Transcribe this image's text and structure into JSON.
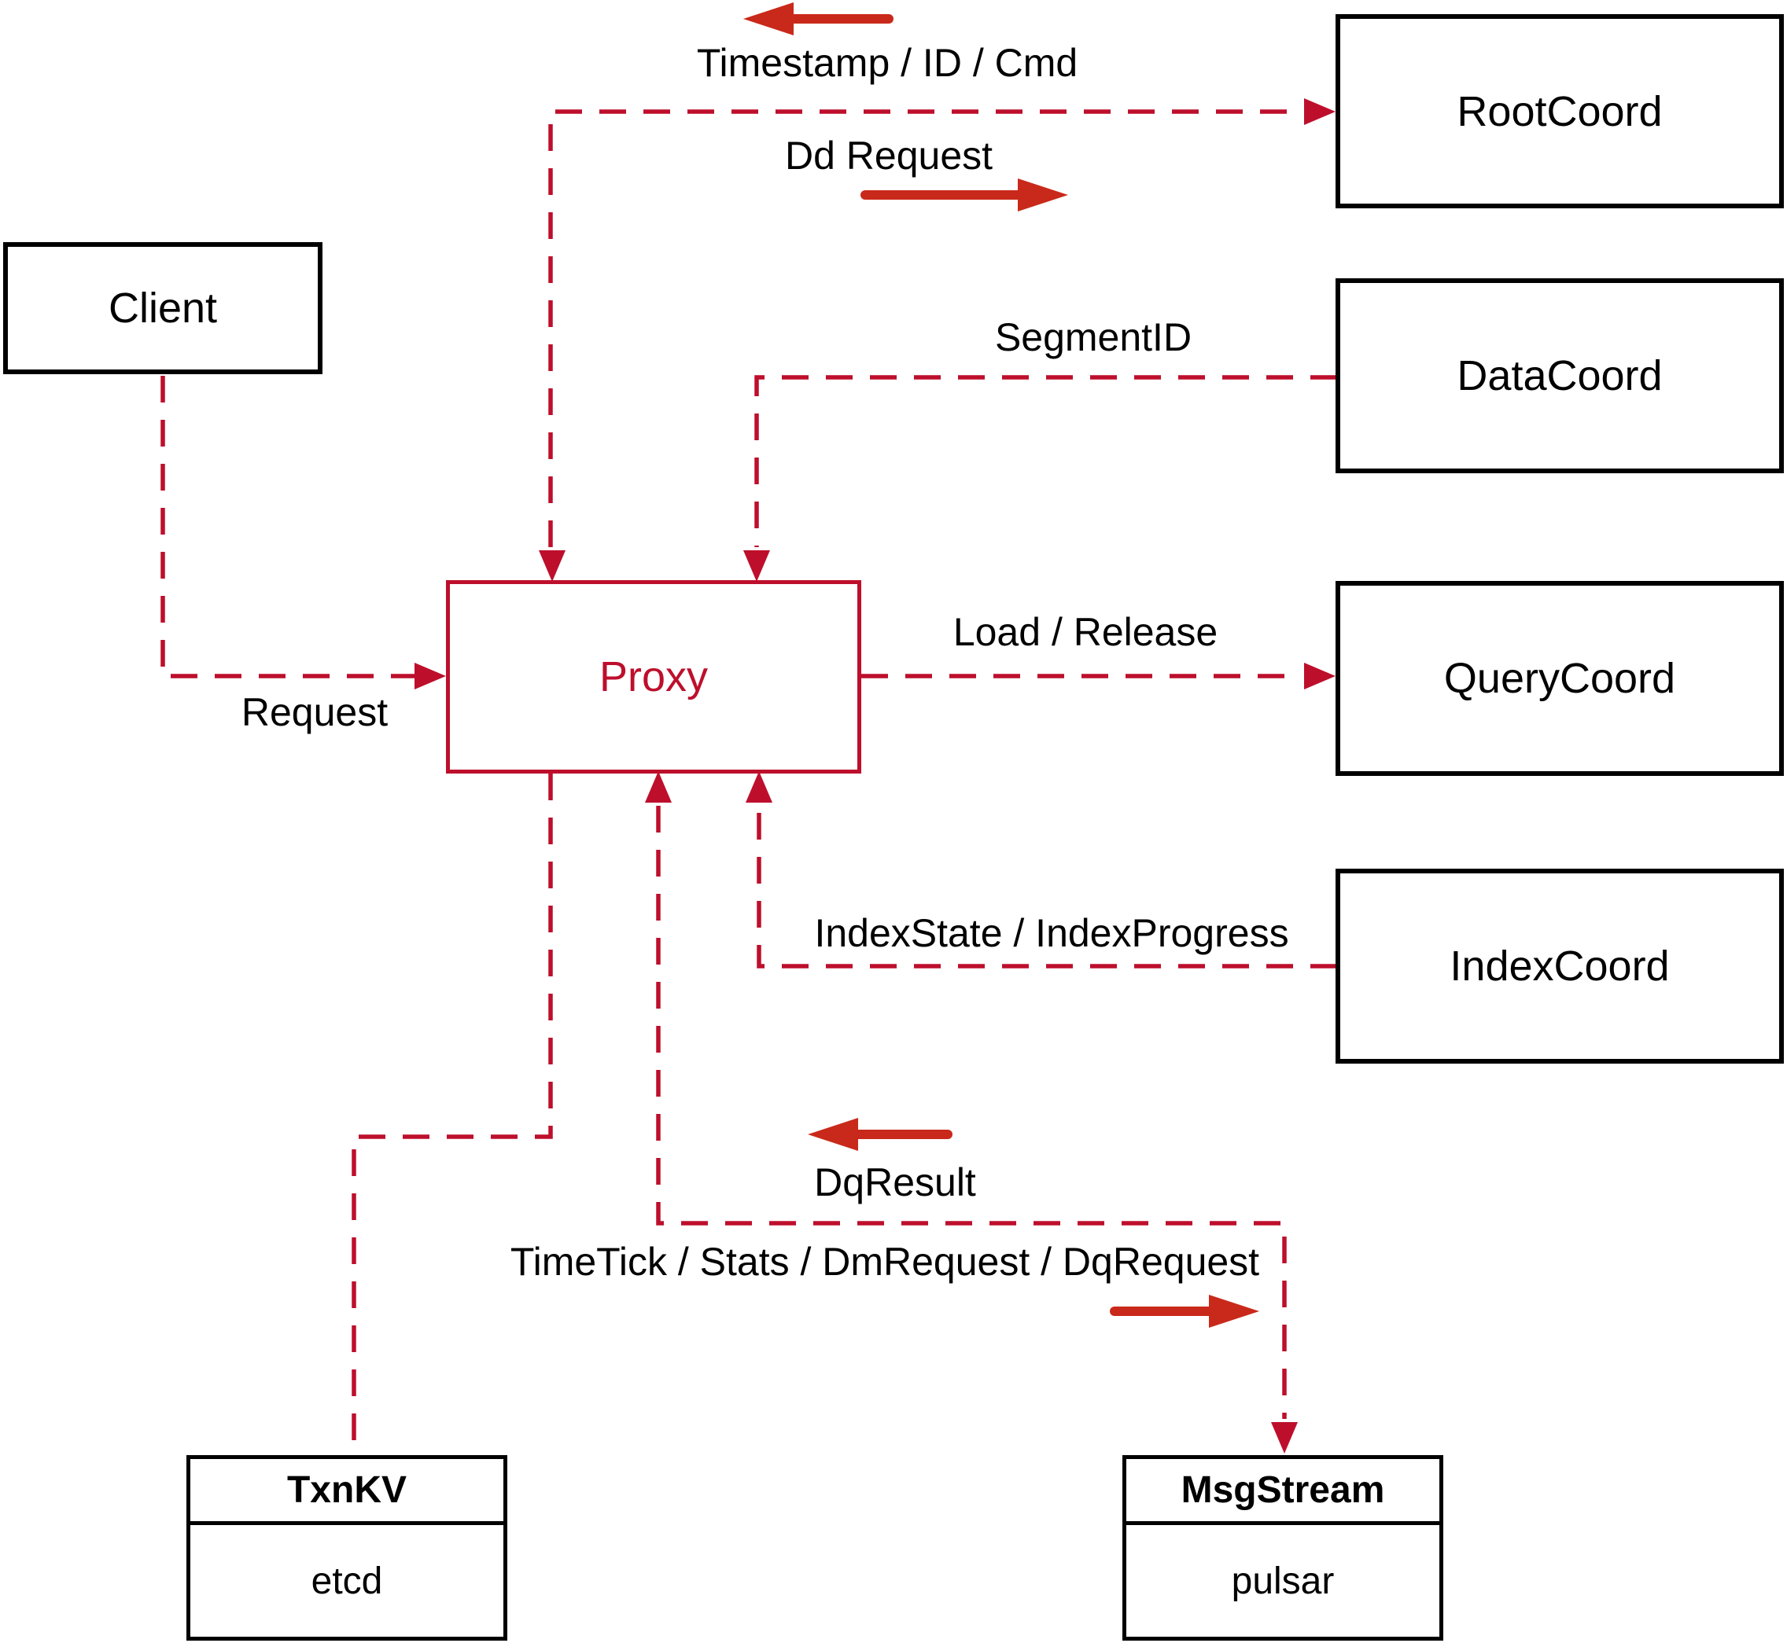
{
  "nodes": {
    "client": {
      "label": "Client"
    },
    "proxy": {
      "label": "Proxy"
    },
    "rootcoord": {
      "label": "RootCoord"
    },
    "datacoord": {
      "label": "DataCoord"
    },
    "querycoord": {
      "label": "QueryCoord"
    },
    "indexcoord": {
      "label": "IndexCoord"
    },
    "txnkv": {
      "title": "TxnKV",
      "impl": "etcd"
    },
    "msgstream": {
      "title": "MsgStream",
      "impl": "pulsar"
    }
  },
  "edge_labels": {
    "timestamp_id_cmd": "Timestamp / ID / Cmd",
    "dd_request": "Dd Request",
    "segment_id": "SegmentID",
    "load_release": "Load / Release",
    "index_state_progress": "IndexState / IndexProgress",
    "request": "Request",
    "dq_result": "DqResult",
    "timetick_stats": "TimeTick / Stats / DmRequest / DqRequest"
  },
  "colors": {
    "connector": "#bd0f2c",
    "solid_arrow": "#c9291a",
    "node_border": "#000000"
  }
}
